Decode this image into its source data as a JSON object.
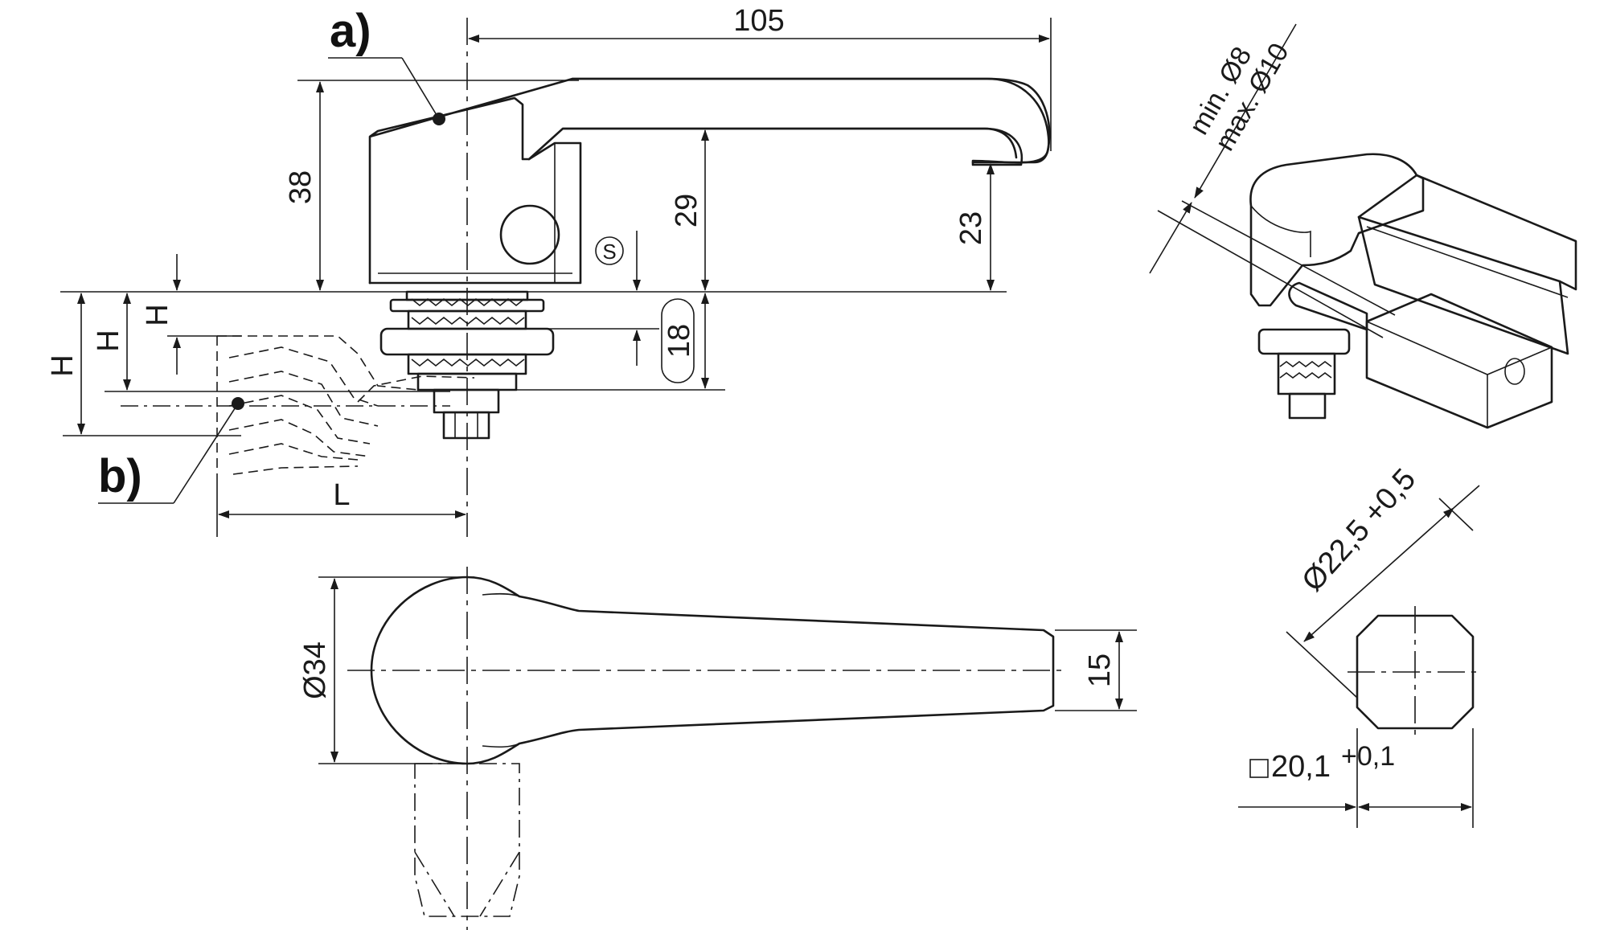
{
  "callouts": {
    "a": "a)",
    "b": "b)"
  },
  "dimensions": {
    "length": "105",
    "height_total": "38",
    "height_grip": "29",
    "height_tip": "23",
    "thread_length": "18",
    "symbol_s": "S",
    "h1": "H",
    "h2": "H",
    "h3": "H",
    "l": "L",
    "hub_diameter": "Ø34",
    "tip_width": "15",
    "hole_min": "min. Ø8",
    "hole_max": "max. Ø10",
    "cutout_diameter": "Ø22,5 +0,5",
    "cutout_square_value": "20,1",
    "cutout_square_tol": "+0,1"
  },
  "views": [
    "side-view",
    "top-view",
    "isometric-view",
    "panel-cutout-view"
  ]
}
